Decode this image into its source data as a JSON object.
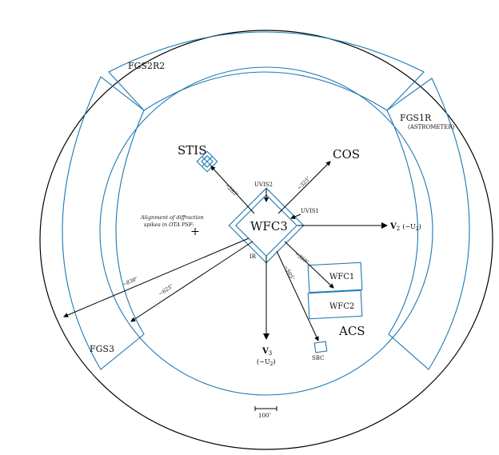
{
  "labels": {
    "fgs2r2": "FGS2R2",
    "fgs1r": "FGS1R",
    "astrometer": "(ASTROMETER)",
    "fgs3": "FGS3",
    "stis": "STIS",
    "cos": "COS",
    "wfc3": "WFC3",
    "uvis1": "UVIS1",
    "uvis2": "UVIS2",
    "ir": "IR",
    "acs": "ACS",
    "wfc1": "WFC1",
    "wfc2": "WFC2",
    "sbc": "SBC",
    "v2": "V",
    "v2_sub": "2",
    "v2_paren": "(−U",
    "v2_paren_sub": "2",
    "v2_paren_close": ")",
    "v3": "V",
    "v3_sub": "3",
    "v3_paren": "(−U",
    "v3_paren_sub": "2",
    "v3_paren_close": ")",
    "psf_line1": "Alignment of diffraction",
    "psf_line2": "spikes in OTA PSF:"
  },
  "distances": {
    "stis": "~285″",
    "cos": "~325″",
    "acs_wfc": "~360″",
    "acs_sbc": "~505″",
    "fgs3_outer": "~830″",
    "fgs3_inner": "~625″"
  },
  "scale_bar": {
    "label": "100″"
  },
  "colors": {
    "instrument_outline": "#1f78b4",
    "lines": "#000000"
  }
}
